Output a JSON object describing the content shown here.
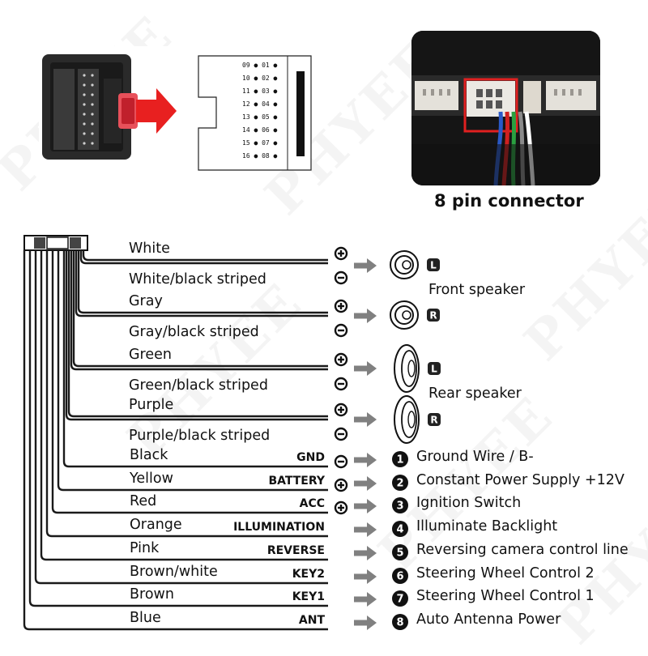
{
  "watermark": "PHYEE",
  "connector_caption": "8 pin connector",
  "pinout": [
    {
      "left": "09",
      "right": "01"
    },
    {
      "left": "10",
      "right": "02"
    },
    {
      "left": "11",
      "right": "03"
    },
    {
      "left": "12",
      "right": "04"
    },
    {
      "left": "13",
      "right": "05"
    },
    {
      "left": "14",
      "right": "06"
    },
    {
      "left": "15",
      "right": "07"
    },
    {
      "left": "16",
      "right": "08"
    }
  ],
  "speaker_wires": [
    {
      "name": "White",
      "polarity": "+"
    },
    {
      "name": "White/black striped",
      "polarity": "-"
    },
    {
      "name": "Gray",
      "polarity": "+"
    },
    {
      "name": "Gray/black striped",
      "polarity": "-"
    },
    {
      "name": "Green",
      "polarity": "+"
    },
    {
      "name": "Green/black striped",
      "polarity": "-"
    },
    {
      "name": "Purple",
      "polarity": "+"
    },
    {
      "name": "Purple/black striped",
      "polarity": "-"
    }
  ],
  "speakers": [
    {
      "label": "Front speaker",
      "channels": [
        "L",
        "R"
      ]
    },
    {
      "label": "Rear speaker",
      "channels": [
        "L",
        "R"
      ]
    }
  ],
  "function_wires": [
    {
      "name": "Black",
      "tag": "GND",
      "polarity": "-",
      "number": "1",
      "function": "Ground Wire / B-"
    },
    {
      "name": "Yellow",
      "tag": "BATTERY",
      "polarity": "+",
      "number": "2",
      "function": "Constant Power Supply +12V"
    },
    {
      "name": "Red",
      "tag": "ACC",
      "polarity": "+",
      "number": "3",
      "function": "Ignition Switch"
    },
    {
      "name": "Orange",
      "tag": "ILLUMINATION",
      "polarity": "",
      "number": "4",
      "function": "Illuminate Backlight"
    },
    {
      "name": "Pink",
      "tag": "REVERSE",
      "polarity": "",
      "number": "5",
      "function": "Reversing camera control line"
    },
    {
      "name": "Brown/white",
      "tag": "KEY2",
      "polarity": "",
      "number": "6",
      "function": "Steering Wheel Control 2"
    },
    {
      "name": "Brown",
      "tag": "KEY1",
      "polarity": "",
      "number": "7",
      "function": "Steering Wheel Control 1"
    },
    {
      "name": "Blue",
      "tag": "ANT",
      "polarity": "",
      "number": "8",
      "function": "Auto  Antenna Power"
    }
  ],
  "colors": {
    "wire": "#1a1a1a",
    "arrow": "#808080",
    "highlight": "#e02020",
    "photo_bg": "#1c1c1c"
  }
}
